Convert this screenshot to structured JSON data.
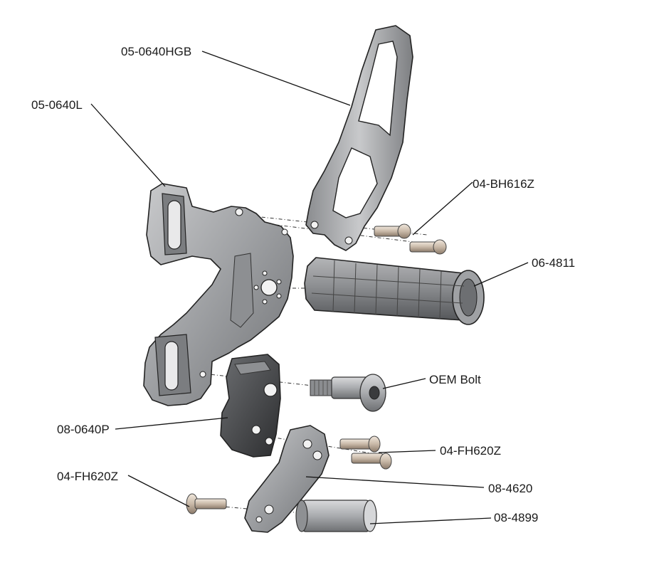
{
  "callouts": [
    {
      "id": "c1",
      "text": "05-0640HGB"
    },
    {
      "id": "c2",
      "text": "05-0640L"
    },
    {
      "id": "c3",
      "text": "04-BH616Z"
    },
    {
      "id": "c4",
      "text": "06-4811"
    },
    {
      "id": "c5",
      "text": "OEM Bolt"
    },
    {
      "id": "c6",
      "text": "08-0640P"
    },
    {
      "id": "c7",
      "text": "04-FH620Z"
    },
    {
      "id": "c8",
      "text": "04-FH620Z"
    },
    {
      "id": "c9",
      "text": "08-4620"
    },
    {
      "id": "c10",
      "text": "08-4899"
    }
  ]
}
